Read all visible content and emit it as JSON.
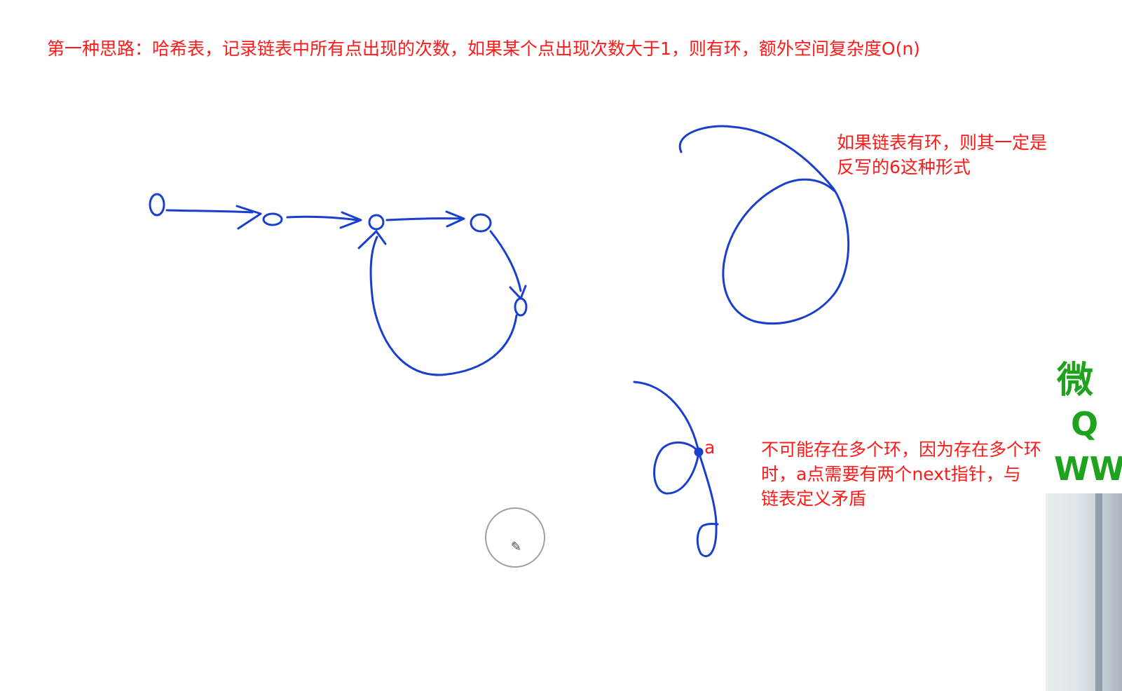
{
  "title": "第一种思路：哈希表，记录链表中所有点出现的次数，如果某个点出现次数大于1，则有环，额外空间复杂度O(n)",
  "note_six_shape": [
    "如果链表有环，则其一定是",
    "反写的6这种形式"
  ],
  "note_multi_loop": [
    "不可能存在多个环，因为存在多个环",
    "时，a点需要有两个next指针，与",
    "链表定义矛盾"
  ],
  "point_label": "a",
  "watermark": [
    "微",
    "Q",
    "WW"
  ],
  "colors": {
    "annotation": "#ff1a1a",
    "ink": "#1a3fcf",
    "watermark": "#1fa31f"
  },
  "icons": {
    "cursor": "pen-cursor-icon"
  }
}
